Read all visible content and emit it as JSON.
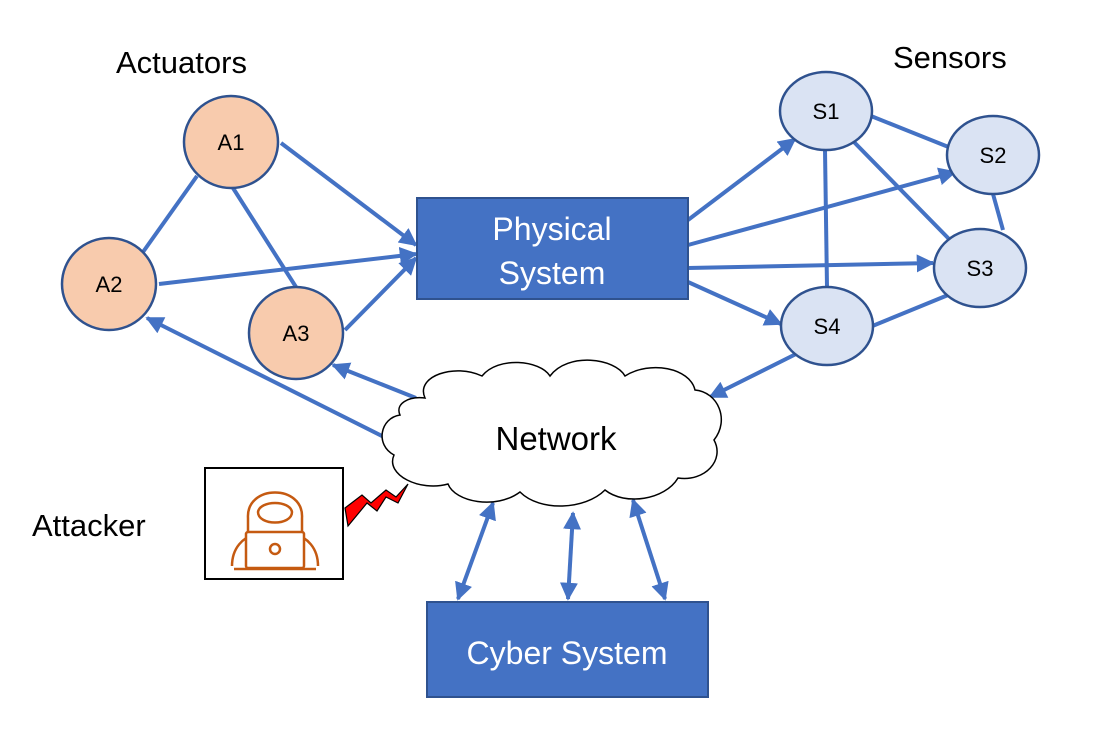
{
  "headings": {
    "actuators": "Actuators",
    "sensors": "Sensors",
    "attacker": "Attacker"
  },
  "nodes": {
    "a1": "A1",
    "a2": "A2",
    "a3": "A3",
    "s1": "S1",
    "s2": "S2",
    "s3": "S3",
    "s4": "S4"
  },
  "physical_system": {
    "line1": "Physical",
    "line2": "System"
  },
  "network": "Network",
  "cyber_system": "Cyber System",
  "colors": {
    "edge": "#4472c4",
    "box_fill": "#4472c4",
    "box_stroke": "#2f528f",
    "actuator_fill": "#f8cbad",
    "sensor_fill": "#dae3f3",
    "node_stroke": "#2f528f",
    "attacker_icon": "#c55a11",
    "lightning": "#ff0000"
  },
  "icons": {
    "attacker": "hacker-with-laptop-icon",
    "attack": "lightning-bolt-icon"
  }
}
